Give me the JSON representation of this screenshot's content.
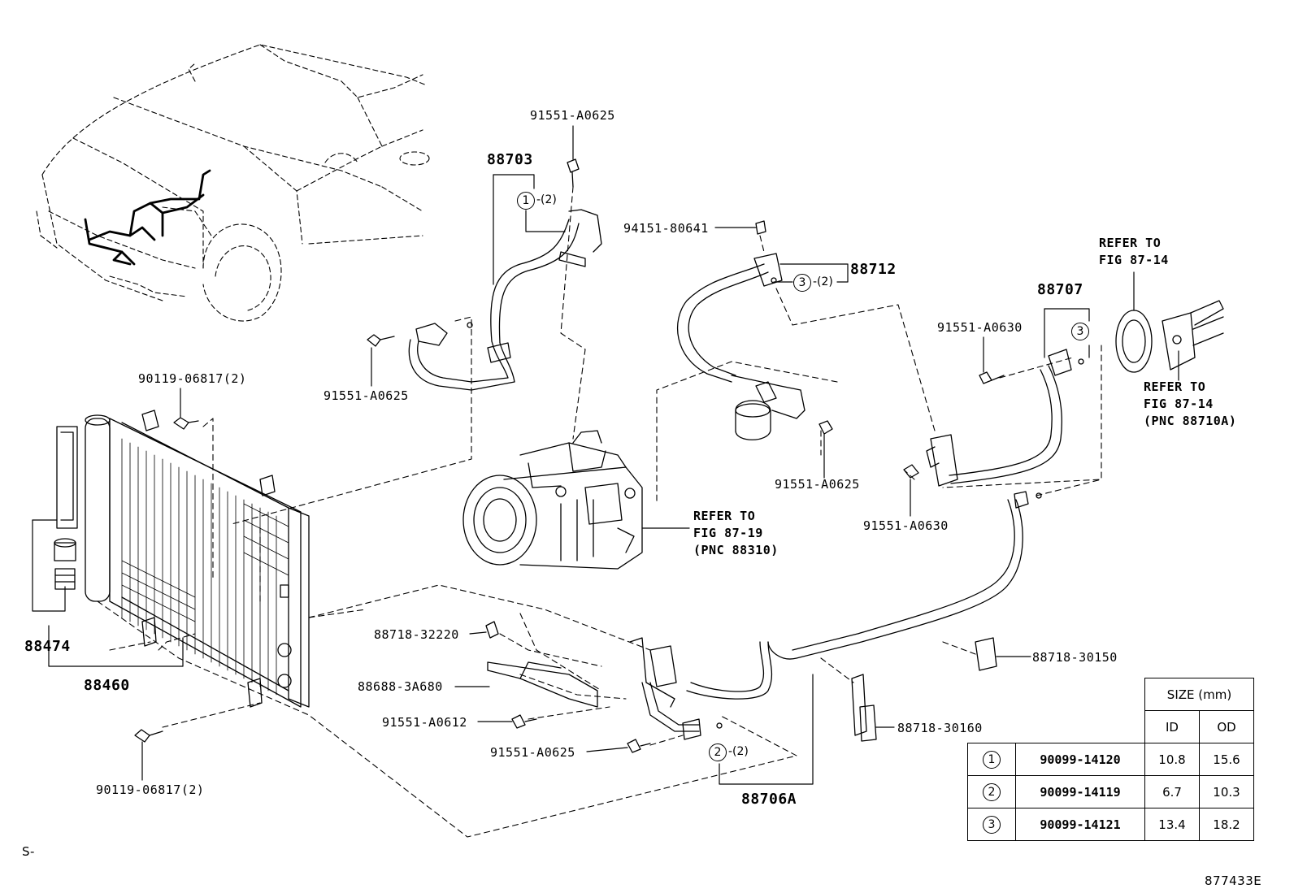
{
  "parts": {
    "p88703": "88703",
    "p91551_a0625_top": "91551-A0625",
    "p91551_a0625_left": "91551-A0625",
    "p94151_80641": "94151-80641",
    "p88712": "88712",
    "p88707": "88707",
    "p91551_a0630_upper": "91551-A0630",
    "p91551_a0630_lower": "91551-A0630",
    "p90119_06817_top": "90119-06817(2)",
    "p90119_06817_bottom": "90119-06817(2)",
    "p91551_a0625_mid": "91551-A0625",
    "p88474": "88474",
    "p88460": "88460",
    "p88718_32220": "88718-32220",
    "p88688_3a680": "88688-3A680",
    "p91551_a0612": "91551-A0612",
    "p91551_a0625_bottom": "91551-A0625",
    "p88706a": "88706A",
    "p88718_30150": "88718-30150",
    "p88718_30160": "88718-30160"
  },
  "callouts": {
    "c1": "1",
    "c1_qty": "-(2)",
    "c2": "2",
    "c2_qty": "-(2)",
    "c3": "3",
    "c3_qty": "-(2)",
    "c3b": "3"
  },
  "refs": {
    "refer_top_right_line1": "REFER TO",
    "refer_top_right_line2": "FIG 87-14",
    "refer_right_line1": "REFER TO",
    "refer_right_line2": "FIG 87-14",
    "refer_right_line3": "(PNC 88710A)",
    "refer_comp_line1": "REFER TO",
    "refer_comp_line2": "FIG 87-19",
    "refer_comp_line3": "(PNC 88310)"
  },
  "size_table": {
    "title": "SIZE (mm)",
    "col_id": "ID",
    "col_od": "OD",
    "rows": [
      {
        "ref": "1",
        "part": "90099-14120",
        "id": "10.8",
        "od": "15.6"
      },
      {
        "ref": "2",
        "part": "90099-14119",
        "id": "6.7",
        "od": "10.3"
      },
      {
        "ref": "3",
        "part": "90099-14121",
        "id": "13.4",
        "od": "18.2"
      }
    ]
  },
  "footer": {
    "left_code": "S-",
    "diagram_id": "877433E"
  }
}
